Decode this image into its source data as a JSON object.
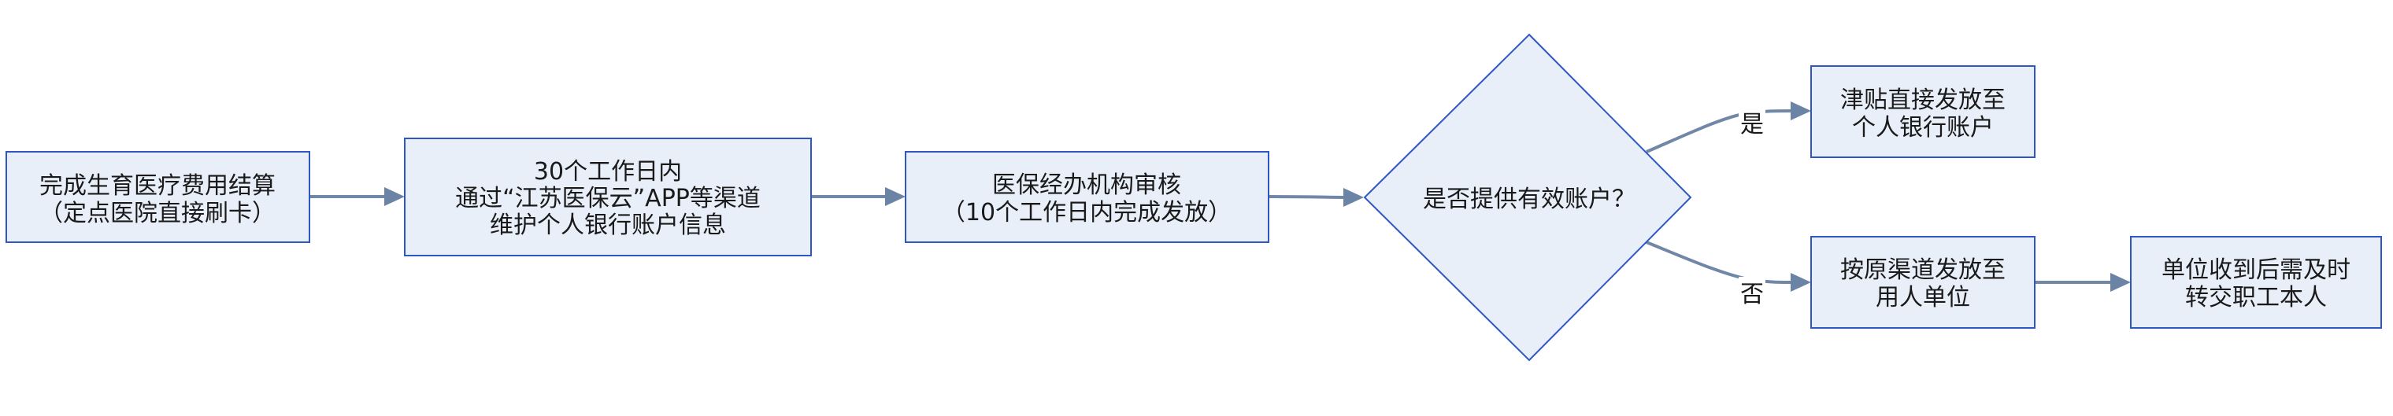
{
  "nodes": {
    "settlement": {
      "lines": [
        "完成生育医疗费用结算",
        "（定点医院直接刷卡）"
      ]
    },
    "bank_info": {
      "lines": [
        "30个工作日内",
        "通过“江苏医保云”APP等渠道",
        "维护个人银行账户信息"
      ]
    },
    "review": {
      "lines": [
        "医保经办机构审核",
        "（10个工作日内完成发放）"
      ]
    },
    "decision": {
      "lines": [
        "是否提供有效账户？"
      ]
    },
    "to_person": {
      "lines": [
        "津贴直接发放至",
        "个人银行账户"
      ]
    },
    "to_employer": {
      "lines": [
        "按原渠道发放至",
        "用人单位"
      ]
    },
    "employer_transfer": {
      "lines": [
        "单位收到后需及时",
        "转交职工本人"
      ]
    }
  },
  "edges": {
    "yes_label": "是",
    "no_label": "否"
  },
  "colors": {
    "node_fill": "#e9eff9",
    "node_border": "#2f57c4",
    "edge": "#7087a7",
    "arrowhead": "#6b84a6",
    "text": "#1a1a1a"
  }
}
